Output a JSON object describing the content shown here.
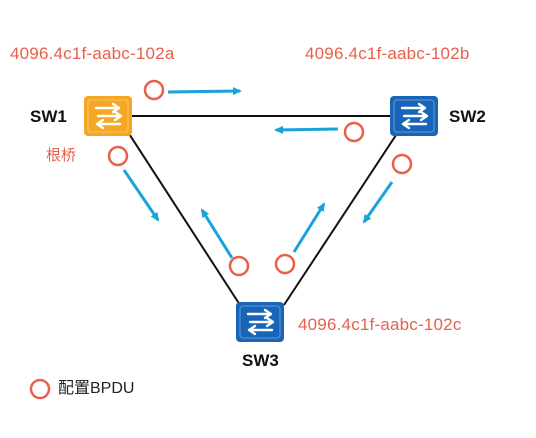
{
  "switches": [
    {
      "id": "sw1",
      "name": "SW1",
      "mac": "4096.4c1f-aabc-102a",
      "role": "根桥",
      "color": "#f5a623"
    },
    {
      "id": "sw2",
      "name": "SW2",
      "mac": "4096.4c1f-aabc-102b",
      "color": "#1764b8"
    },
    {
      "id": "sw3",
      "name": "SW3",
      "mac": "4096.4c1f-aabc-102c",
      "color": "#1764b8"
    }
  ],
  "legend": {
    "label": "配置BPDU",
    "marker_color": "#e8604c"
  },
  "colors": {
    "link": "#111111",
    "arrow": "#1aa3d9",
    "bpdu": "#e8604c",
    "text_red": "#e8604c"
  }
}
